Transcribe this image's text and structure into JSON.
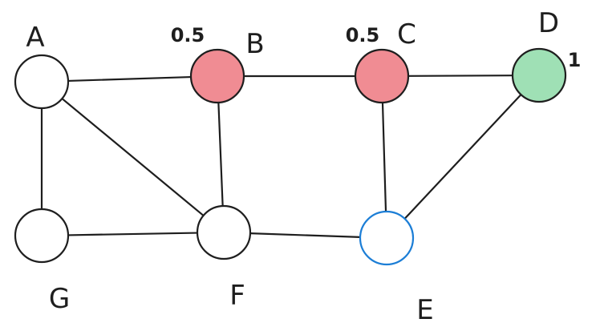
{
  "graph": {
    "nodes": [
      {
        "id": "A",
        "label": "A",
        "weight": "",
        "fill": "#ffffff",
        "stroke": "#1e1e1e"
      },
      {
        "id": "B",
        "label": "B",
        "weight": "0.5",
        "fill": "#f08c93",
        "stroke": "#1e1e1e"
      },
      {
        "id": "C",
        "label": "C",
        "weight": "0.5",
        "fill": "#f08c93",
        "stroke": "#1e1e1e"
      },
      {
        "id": "D",
        "label": "D",
        "weight": "1",
        "fill": "#9fe0b5",
        "stroke": "#1e1e1e"
      },
      {
        "id": "E",
        "label": "E",
        "weight": "",
        "fill": "#ffffff",
        "stroke": "#1c7ed6"
      },
      {
        "id": "F",
        "label": "F",
        "weight": "",
        "fill": "#ffffff",
        "stroke": "#1e1e1e"
      },
      {
        "id": "G",
        "label": "G",
        "weight": "",
        "fill": "#ffffff",
        "stroke": "#1e1e1e"
      }
    ],
    "edges": [
      [
        "A",
        "B"
      ],
      [
        "B",
        "C"
      ],
      [
        "C",
        "D"
      ],
      [
        "A",
        "G"
      ],
      [
        "A",
        "F"
      ],
      [
        "G",
        "F"
      ],
      [
        "B",
        "F"
      ],
      [
        "F",
        "E"
      ],
      [
        "C",
        "E"
      ],
      [
        "D",
        "E"
      ]
    ]
  }
}
